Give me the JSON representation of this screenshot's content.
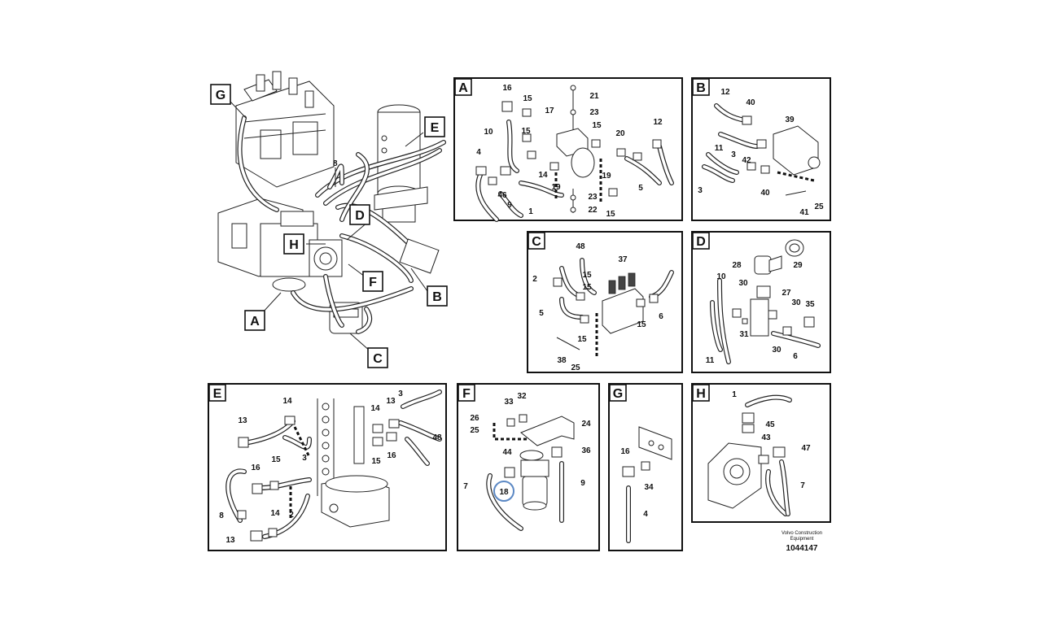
{
  "main_tags": [
    "G",
    "E",
    "D",
    "H",
    "F",
    "B",
    "A",
    "C"
  ],
  "main_labels": [
    "8"
  ],
  "panels": {
    "A": {
      "title": "A",
      "labels": [
        "16",
        "15",
        "17",
        "21",
        "23",
        "10",
        "15",
        "15",
        "20",
        "12",
        "4",
        "14",
        "19",
        "19",
        "5",
        "46",
        "9",
        "1",
        "23",
        "22",
        "15"
      ]
    },
    "B": {
      "title": "B",
      "labels": [
        "12",
        "40",
        "39",
        "11",
        "3",
        "42",
        "3",
        "40",
        "41",
        "25"
      ]
    },
    "C": {
      "title": "C",
      "labels": [
        "48",
        "37",
        "2",
        "15",
        "15",
        "5",
        "6",
        "15",
        "15",
        "38",
        "25"
      ]
    },
    "D": {
      "title": "D",
      "labels": [
        "28",
        "29",
        "10",
        "30",
        "27",
        "30",
        "35",
        "31",
        "11",
        "30",
        "6"
      ]
    },
    "E": {
      "title": "E",
      "labels": [
        "14",
        "14",
        "13",
        "3",
        "13",
        "48",
        "3",
        "15",
        "16",
        "15",
        "16",
        "8",
        "14",
        "2",
        "13"
      ]
    },
    "F": {
      "title": "F",
      "labels": [
        "33",
        "32",
        "26",
        "25",
        "24",
        "44",
        "36",
        "7",
        "18",
        "9"
      ]
    },
    "G": {
      "title": "G",
      "labels": [
        "16",
        "34",
        "4"
      ]
    },
    "H": {
      "title": "H",
      "labels": [
        "1",
        "45",
        "43",
        "47",
        "7"
      ]
    }
  },
  "footer": {
    "brand_line1": "Volvo Construction",
    "brand_line2": "Equipment",
    "drawing_number": "1044147"
  }
}
